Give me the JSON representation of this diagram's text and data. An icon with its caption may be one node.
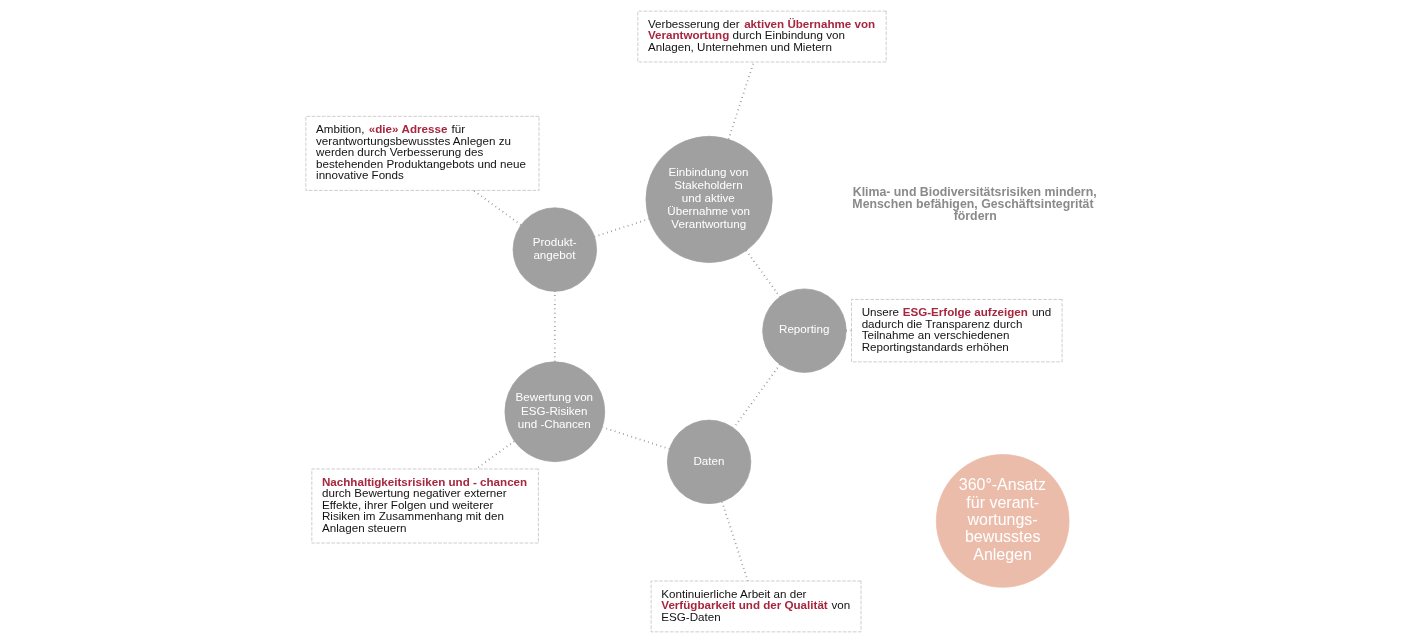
{
  "diagram": {
    "nodes": [
      {
        "text": [
          "Daten"
        ]
      },
      {
        "text": [
          "Bewertung von ESG-Risiken und -Chancen"
        ]
      },
      {
        "text": [
          "Produkt- angebot"
        ]
      },
      {
        "text": [
          "Einbindung von Stakeholdern und aktive Übernahme von Verantwortung"
        ]
      },
      {
        "text": [
          "Reporting"
        ]
      },
      {
        "text": [
          "360°-Ansatz für verant- wortungs- bewusstes Anlegen"
        ]
      },
      {
        "text": [
          "Kontinuierliche Arbeit an der **Verfügbarkeit und der Qualität** von ESG-Daten"
        ]
      },
      {
        "text": [
          "**Nachhaltigkeitsrisiken und - chancen** durch Bewertung negativer externer Effekte, ihrer Folgen und weiterer Risiken im Zusammenhang mit den Anlagen steuern"
        ]
      },
      {
        "text": [
          "Ambition, **«die» Adresse** für verantwortungsbewusstes Anlegen zu werden durch Verbesserung des bestehenden Produktangebots und neue innovative Fonds"
        ]
      },
      {
        "text": [
          "Verbesserung der **aktiven Übernahme von Verantwortung** durch Einbindung von Anlagen, Unternehmen und Mietern"
        ]
      },
      {
        "text": [
          "Unsere **ESG-Erfolge aufzeigen** und dadurch die Transparenz durch Teilnahme an verschiedenen Reportingstandards erhöhen"
        ]
      }
    ],
    "edges": [
      {
        "from": 0,
        "to": 1,
        "arrow": "none",
        "style": "dashed"
      },
      {
        "from": 1,
        "to": 2,
        "arrow": "none",
        "style": "dashed"
      },
      {
        "from": 2,
        "to": 3,
        "arrow": "none",
        "style": "dashed"
      },
      {
        "from": 3,
        "to": 4,
        "arrow": "none",
        "style": "dashed"
      },
      {
        "from": 4,
        "to": 0,
        "arrow": "none",
        "style": "dashed"
      },
      {
        "from": 0,
        "to": 6,
        "arrow": "none",
        "style": "dashed"
      },
      {
        "from": 1,
        "to": 7,
        "arrow": "none",
        "style": "dashed"
      },
      {
        "from": 2,
        "to": 8,
        "arrow": "none",
        "style": "dashed"
      },
      {
        "from": 3,
        "to": 9,
        "arrow": "none",
        "style": "dashed"
      },
      {
        "from": 4,
        "to": 10,
        "arrow": "none",
        "style": "dashed"
      }
    ],
    "labels": [
      "Klima- und Biodiversitätsrisiken mindern, Menschen befähigen, Geschäftsintegrität fördern"
    ]
  }
}
